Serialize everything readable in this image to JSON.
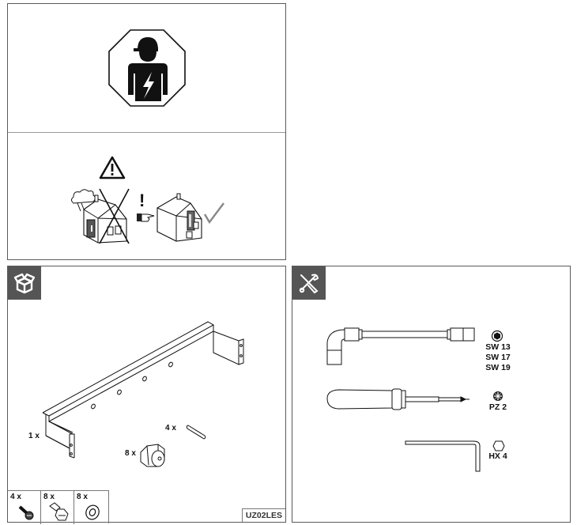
{
  "safety_panel": {
    "icon_electrician": "electrician-octagon-icon",
    "icon_warning": "warning-triangle-icon",
    "icon_checkmark": "checkmark-icon",
    "exclamation": "!"
  },
  "contents_panel": {
    "icon": "open-box-icon",
    "bracket_qty": "1 x",
    "gland_qty": "8 x",
    "pin_qty": "4 x",
    "small_parts": [
      {
        "qty": "4 x",
        "icon": "screw-icon"
      },
      {
        "qty": "8 x",
        "icon": "hex-bolt-icon"
      },
      {
        "qty": "8 x",
        "icon": "washer-icon"
      }
    ],
    "product_code": "UZ02LES"
  },
  "tools_panel": {
    "icon": "tools-wrench-screwdriver-icon",
    "tools": [
      {
        "name": "socket-wrench",
        "labels": [
          "SW 13",
          "SW 17",
          "SW 19"
        ],
        "icon": "socket-drive-icon"
      },
      {
        "name": "screwdriver",
        "labels": [
          "PZ 2"
        ],
        "icon": "pozidriv-icon"
      },
      {
        "name": "hex-key",
        "labels": [
          "HX 4"
        ],
        "icon": "hexagon-icon"
      }
    ]
  }
}
